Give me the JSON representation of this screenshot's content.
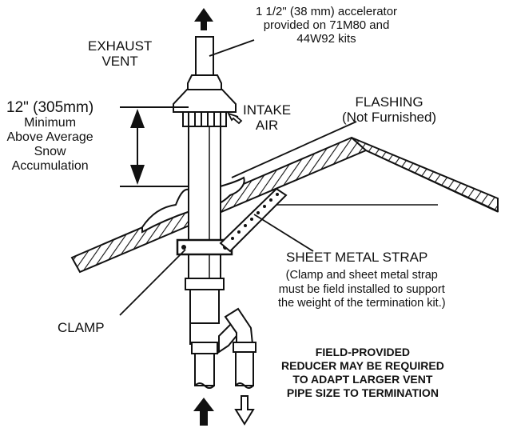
{
  "diagram": {
    "labels": {
      "accelerator": [
        "1 1/2\" (38 mm) accelerator",
        "provided on 71M80 and",
        "44W92 kits"
      ],
      "exhaust_vent": [
        "EXHAUST",
        "VENT"
      ],
      "clearance": [
        "12\" (305mm)",
        "Minimum",
        "Above Average",
        "Snow",
        "Accumulation"
      ],
      "intake_air": [
        "INTAKE",
        "AIR"
      ],
      "flashing": [
        "FLASHING",
        "(Not Furnished)"
      ],
      "sheet_metal_strap": "SHEET METAL STRAP",
      "strap_note": [
        "(Clamp and sheet metal strap",
        "must be field installed to support",
        "the weight of the termination kit.)"
      ],
      "clamp": "CLAMP",
      "reducer_note": [
        "FIELD-PROVIDED",
        "REDUCER MAY BE REQUIRED",
        "TO ADAPT LARGER VENT",
        "PIPE SIZE TO TERMINATION"
      ]
    },
    "colors": {
      "ink": "#111111",
      "background": "#ffffff"
    }
  }
}
